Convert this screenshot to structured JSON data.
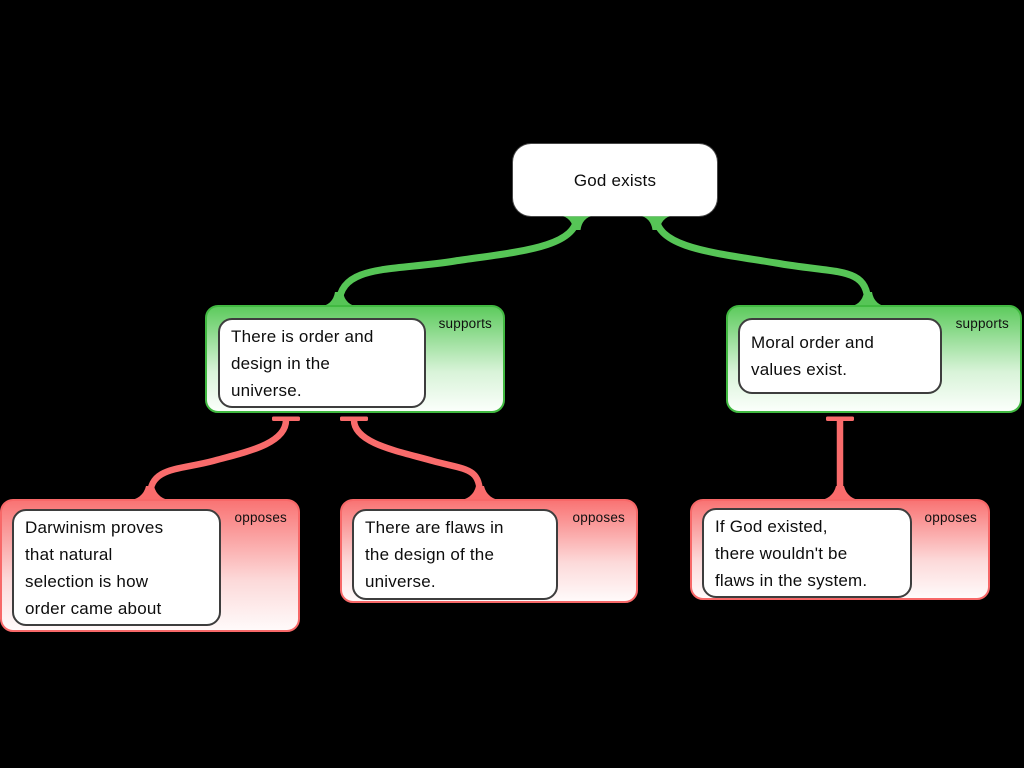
{
  "root_claim": {
    "text": "God exists"
  },
  "nodes": [
    {
      "id": "order-design",
      "text": "There is order and\ndesign in the\nuniverse.",
      "relation": "supports",
      "parent": "root"
    },
    {
      "id": "moral-values",
      "text": "Moral order and\nvalues exist.",
      "relation": "supports",
      "parent": "root"
    },
    {
      "id": "darwinism",
      "text": "Darwinism proves\nthat natural\nselection is how\norder came about",
      "relation": "opposes",
      "parent": "order-design"
    },
    {
      "id": "design-flaws",
      "text": "There are flaws in\nthe design of the\nuniverse.",
      "relation": "opposes",
      "parent": "order-design"
    },
    {
      "id": "system-flaws",
      "text": "If God existed,\nthere wouldn't be\nflaws in the system.",
      "relation": "opposes",
      "parent": "moral-values"
    }
  ],
  "colors": {
    "supports": "#56c556",
    "opposes": "#f96b6b",
    "background": "#000000",
    "node_fill": "#ffffff"
  }
}
